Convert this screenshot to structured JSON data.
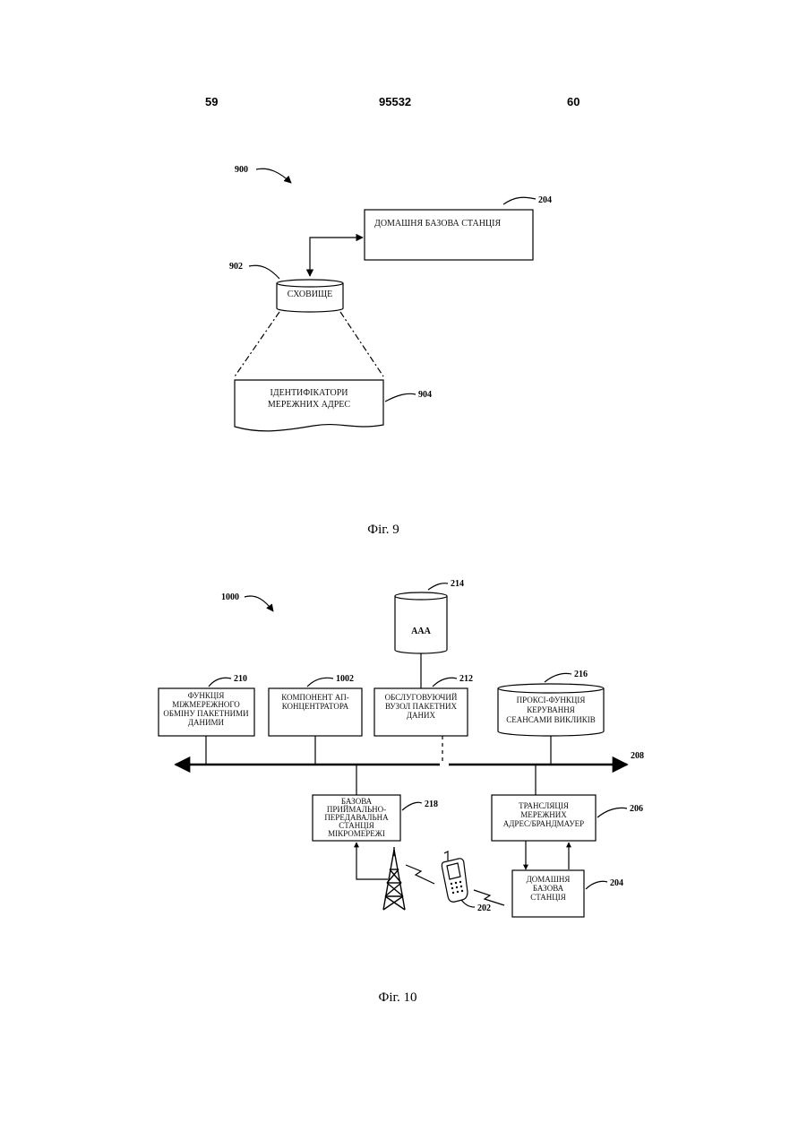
{
  "header": {
    "left_page": "59",
    "doc_number": "95532",
    "right_page": "60"
  },
  "fig9": {
    "caption": "Фіг. 9",
    "ref_figure": "900",
    "ref_home_bs": "204",
    "ref_storage": "902",
    "ref_ids": "904",
    "home_bs_label": "ДОМАШНЯ БАЗОВА СТАНЦІЯ",
    "storage_label": "СХОВИЩЕ",
    "ids_label_line1": "ІДЕНТИФІКАТОРИ",
    "ids_label_line2": "МЕРЕЖНИХ АДРЕС"
  },
  "fig10": {
    "caption": "Фіг. 10",
    "ref_figure": "1000",
    "ref_aaa": "214",
    "aaa_label": "ААА",
    "ref_iwf": "210",
    "iwf_lines": [
      "ФУНКЦІЯ",
      "МІЖМЕРЕЖНОГО",
      "ОБМІНУ ПАКЕТНИМИ",
      "ДАНИМИ"
    ],
    "ref_ai": "1002",
    "ai_lines": [
      "КОМПОНЕНТ АП-",
      "КОНЦЕНТРАТОРА"
    ],
    "ref_pdsn": "212",
    "pdsn_lines": [
      "ОБСЛУГОВУЮЧИЙ",
      "ВУЗОЛ ПАКЕТНИХ",
      "ДАНИХ"
    ],
    "ref_proxy": "216",
    "proxy_lines": [
      "ПРОКСІ-ФУНКЦІЯ",
      "КЕРУВАННЯ",
      "СЕАНСАМИ ВИКЛИКІВ"
    ],
    "ref_bus": "208",
    "ref_bts": "218",
    "bts_lines": [
      "БАЗОВА",
      "ПРИЙМАЛЬНО-",
      "ПЕРЕДАВАЛЬНА",
      "СТАНЦІЯ",
      "МІКРОМЕРЕЖІ"
    ],
    "ref_nat": "206",
    "nat_lines": [
      "ТРАНСЛЯЦІЯ",
      "МЕРЕЖНИХ",
      "АДРЕС/БРАНДМАУЕР"
    ],
    "ref_home_bs": "204",
    "home_bs_lines": [
      "ДОМАШНЯ",
      "БАЗОВА",
      "СТАНЦІЯ"
    ],
    "ref_phone": "202"
  }
}
